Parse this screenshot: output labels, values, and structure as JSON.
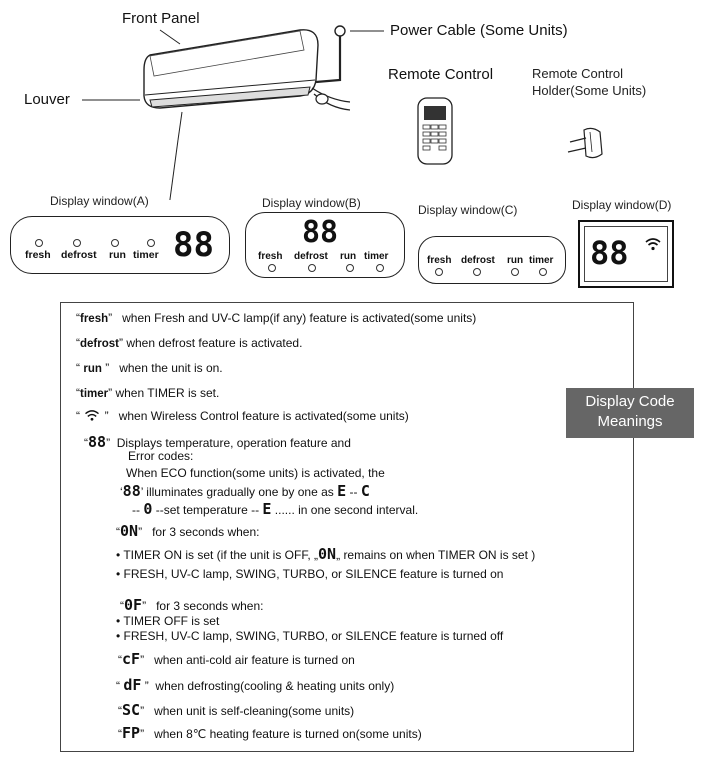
{
  "labels": {
    "front_panel": "Front Panel",
    "power_cable": "Power Cable (Some Units)",
    "louver": "Louver",
    "remote_control": "Remote Control",
    "remote_holder_line1": "Remote Control",
    "remote_holder_line2": "Holder(Some Units)"
  },
  "display_windows": {
    "a_title": "Display window(A)",
    "b_title": "Display window(B)",
    "c_title": "Display window(C)",
    "d_title": "Display window(D)",
    "digits": "88",
    "indicators": [
      "fresh",
      "defrost",
      "run",
      "timer"
    ]
  },
  "badge": {
    "line1": "Display Code",
    "line2": "Meanings"
  },
  "meanings": {
    "fresh_code": "fresh",
    "fresh_text": "when Fresh and UV-C lamp(if any) feature is activated(some units)",
    "defrost_code": "defrost",
    "defrost_text": "when defrost feature is activated.",
    "run_code": "run",
    "run_text": "when the unit is on.",
    "timer_code": "timer",
    "timer_text": "when TIMER is set.",
    "wifi_text": "when Wireless Control feature is activated(some units)",
    "d88_code": "88",
    "d88_line1": "Displays temperature, operation feature and",
    "d88_line2": "Error codes:",
    "eco_line1": "When ECO function(some units) is activated, the",
    "eco_line2_a": "illuminates gradually one by one as",
    "eco_line2_b": "--",
    "eco_line3_a": "--",
    "eco_line3_b": "--set temperature --",
    "eco_line3_c": "...... in one second interval.",
    "eco_seg_e": "E",
    "eco_seg_c": "C",
    "eco_seg_0": "0",
    "on_code": "0N",
    "on_text": "for 3 seconds when:",
    "on_b1_a": "• TIMER ON is set (if the unit is OFF,",
    "on_b1_b": "remains on when TIMER ON is set )",
    "on_b2": "• FRESH, UV-C lamp, SWING, TURBO, or SILENCE feature is turned on",
    "of_code": "0F",
    "of_text": "for 3 seconds when:",
    "of_b1": "• TIMER OFF is set",
    "of_b2": "• FRESH, UV-C lamp, SWING, TURBO, or SILENCE feature is turned off",
    "cf_code": "cF",
    "cf_text": "when anti-cold air feature is turned on",
    "df_code": "dF",
    "df_text": "when defrosting(cooling & heating units only)",
    "sc_code": "SC",
    "sc_text": "when unit is self-cleaning(some units)",
    "fp_code": "FP",
    "fp_text": "when 8℃ heating feature is turned on(some units)"
  }
}
